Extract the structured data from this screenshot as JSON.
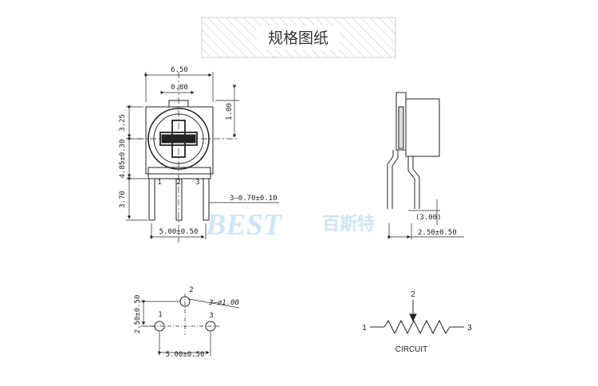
{
  "title": "规格图纸",
  "watermark": {
    "latin": "BEST",
    "chinese": "百斯特",
    "color": "#cfe6f6"
  },
  "front_view": {
    "width": "6.50",
    "slot": "0.80",
    "top_offset": "1.00",
    "height_upper": "3.25",
    "height_lower": "4.85±0.30",
    "pin_length": "3.70",
    "pin_labels": [
      "1",
      "2",
      "3"
    ],
    "pin_width": "3—0.70±0.10",
    "pin_pitch": "5.00±0.50"
  },
  "side_view": {
    "lead_offset": "(3.00)",
    "lead_pitch": "2.50±0.50"
  },
  "footprint": {
    "hole_dia": "3—ø1.00",
    "row_spacing": "2.50±0.50",
    "col_spacing": "5.00±0.50",
    "pin_labels": [
      "1",
      "2",
      "3"
    ]
  },
  "circuit": {
    "label": "CIRCUIT",
    "terminal_1": "1",
    "terminal_2": "2",
    "terminal_3": "3"
  }
}
